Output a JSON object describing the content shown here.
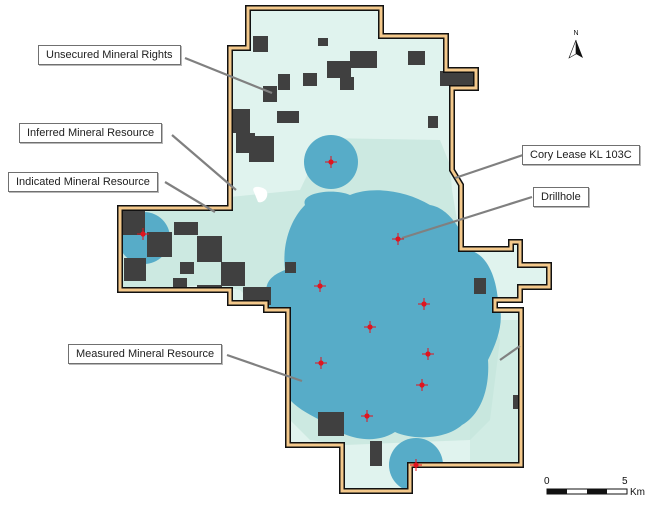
{
  "labels": {
    "unsecured_mineral_rights": "Unsecured Mineral Rights",
    "inferred_mineral_resource": "Inferred Mineral Resource",
    "indicated_mineral_resource": "Indicated Mineral Resource",
    "cory_lease": "Cory Lease KL 103C",
    "drillhole": "Drillhole",
    "measured_mineral_resource": "Measured Mineral Resource"
  },
  "north_arrow": {
    "letter": "N",
    "icon": "north-arrow-icon"
  },
  "scale_bar": {
    "start_label": "0",
    "end_label": "5",
    "unit": "Km",
    "length_km": 5
  },
  "colors": {
    "lease_boundary_outer": "#111111",
    "lease_boundary_inner": "#f4c98c",
    "inferred_fill": "#e0f3ee",
    "indicated_fill": "#c5e6dc",
    "measured_fill": "#57acc8",
    "unsecured_fill": "#404040",
    "drillhole": "#e0141e"
  }
}
